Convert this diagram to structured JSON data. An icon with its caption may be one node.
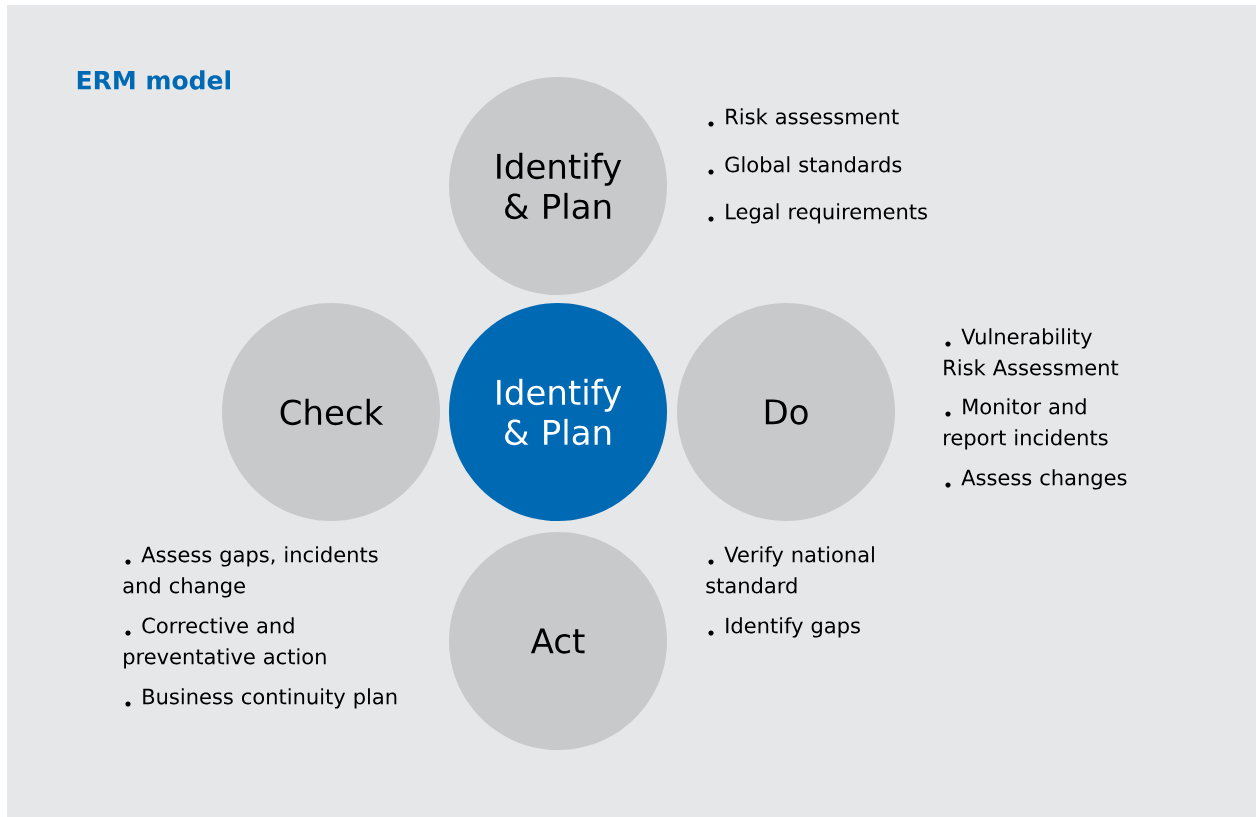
{
  "diagram": {
    "title": "ERM model",
    "nodes": [
      {
        "text": [
          "Identify & Plan"
        ]
      },
      {
        "text": [
          "Check"
        ]
      },
      {
        "text": [
          "Identify & Plan"
        ]
      },
      {
        "text": [
          "Do"
        ]
      },
      {
        "text": [
          "Act"
        ]
      }
    ],
    "labels": [
      "Risk assessment",
      "Global standards",
      "Legal requirements",
      "Vulnerability Risk Assessment",
      "Monitor and report incidents",
      "Assess changes",
      "Assess gaps, incidents and change",
      "Corrective and preventative action",
      "Business continuity plan",
      "Verify national standard",
      "Identify gaps"
    ]
  }
}
